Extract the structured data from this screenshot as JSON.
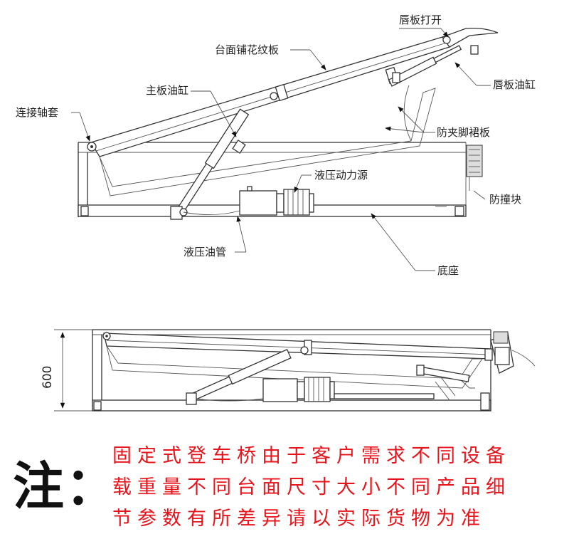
{
  "labels": {
    "lip_open": "唇板打开",
    "deck_plate": "台面铺花纹板",
    "main_cylinder": "主板油缸",
    "lip_cylinder": "唇板油缸",
    "hinge_sleeve": "连接轴套",
    "toe_guard": "防夹脚裙板",
    "power_unit": "液压动力源",
    "bumper": "防撞块",
    "hose": "液压油管",
    "base": "底座"
  },
  "dimension": "600",
  "note": {
    "mark": "注：",
    "lines": [
      "固定式登车桥由于客户需求不同设备",
      "载重量不同台面尺寸大小不同产品细",
      "节参数有所差异请以实际货物为准"
    ]
  },
  "colors": {
    "note_text": "#e8141b",
    "line": "#333333"
  }
}
